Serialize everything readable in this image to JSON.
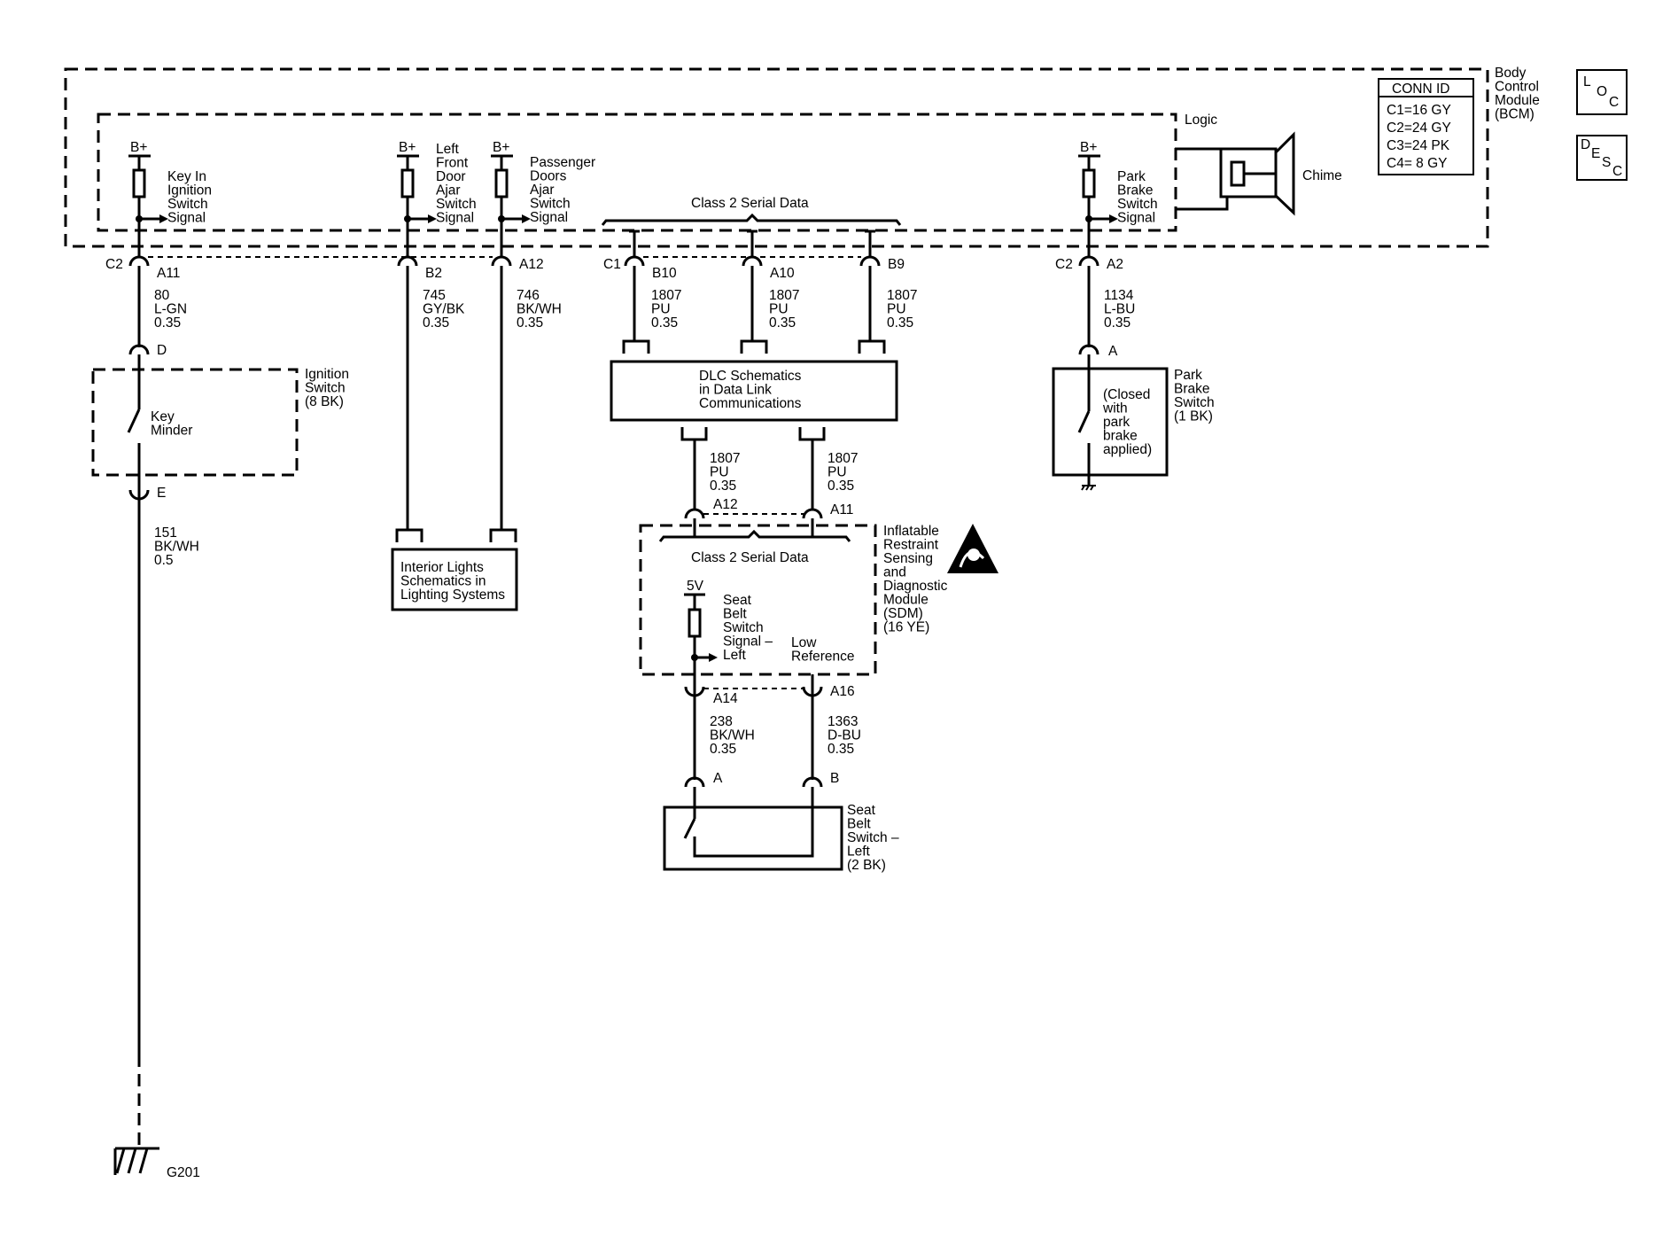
{
  "bcm": {
    "label": [
      "Body",
      "Control",
      "Module",
      "(BCM)"
    ],
    "logic": "Logic"
  },
  "conn_id": {
    "header": "CONN ID",
    "rows": [
      "C1=16 GY",
      "C2=24 GY",
      "C3=24 PK",
      "C4=  8 GY"
    ]
  },
  "side_icons": {
    "loc": [
      "L",
      "O",
      "C"
    ],
    "desc": [
      "D",
      "E",
      "S",
      "C"
    ]
  },
  "bplus": "B+",
  "signals": {
    "key_in": [
      "Key In",
      "Ignition",
      "Switch",
      "Signal"
    ],
    "left_front": [
      "Left",
      "Front",
      "Door",
      "Ajar",
      "Switch",
      "Signal"
    ],
    "passenger": [
      "Passenger",
      "Doors",
      "Ajar",
      "Switch",
      "Signal"
    ],
    "park_brake": [
      "Park",
      "Brake",
      "Switch",
      "Signal"
    ]
  },
  "chime": "Chime",
  "class2_bcm": "Class 2 Serial Data",
  "connectors": {
    "c2a": "C2",
    "a11": "A11",
    "b2": "B2",
    "a12": "A12",
    "c1": "C1",
    "b10": "B10",
    "a10": "A10",
    "b9": "B9",
    "c2b": "C2",
    "a2": "A2",
    "d": "D",
    "e": "E",
    "a_pb": "A",
    "sdm_a12": "A12",
    "sdm_a11": "A11",
    "sdm_a14": "A14",
    "sdm_a16": "A16",
    "sw_a": "A",
    "sw_b": "B"
  },
  "wires": {
    "w80": [
      "80",
      "L-GN",
      "0.35"
    ],
    "w745": [
      "745",
      "GY/BK",
      "0.35"
    ],
    "w746": [
      "746",
      "BK/WH",
      "0.35"
    ],
    "w1807a": [
      "1807",
      "PU",
      "0.35"
    ],
    "w1807b": [
      "1807",
      "PU",
      "0.35"
    ],
    "w1807c": [
      "1807",
      "PU",
      "0.35"
    ],
    "w1134": [
      "1134",
      "L-BU",
      "0.35"
    ],
    "w151": [
      "151",
      "BK/WH",
      "0.5"
    ],
    "w1807d": [
      "1807",
      "PU",
      "0.35"
    ],
    "w1807e": [
      "1807",
      "PU",
      "0.35"
    ],
    "w238": [
      "238",
      "BK/WH",
      "0.35"
    ],
    "w1363": [
      "1363",
      "D-BU",
      "0.35"
    ]
  },
  "ignition_switch": {
    "label": [
      "Ignition",
      "Switch",
      "(8 BK)"
    ],
    "key_minder": [
      "Key",
      "Minder"
    ]
  },
  "interior_lights": [
    "Interior Lights",
    "Schematics in",
    "Lighting Systems"
  ],
  "dlc": [
    "DLC Schematics",
    "in Data Link",
    "Communications"
  ],
  "park_brake_switch": {
    "label": [
      "Park",
      "Brake",
      "Switch",
      "(1 BK)"
    ],
    "note": [
      "(Closed",
      "with",
      "park",
      "brake",
      "applied)"
    ]
  },
  "sdm": {
    "label": [
      "Inflatable",
      "Restraint",
      "Sensing",
      "and",
      "Diagnostic",
      "Module",
      "(SDM)",
      "(16 YE)"
    ],
    "class2": "Class 2 Serial Data",
    "five_v": "5V",
    "seat_belt_signal": [
      "Seat",
      "Belt",
      "Switch",
      "Signal –",
      "Left"
    ],
    "low_ref": [
      "Low",
      "Reference"
    ]
  },
  "seat_belt_switch": [
    "Seat",
    "Belt",
    "Switch –",
    "Left",
    "(2 BK)"
  ],
  "ground": "G201"
}
